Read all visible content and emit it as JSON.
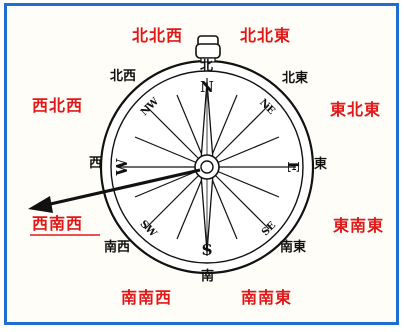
{
  "compass": {
    "cardinals": {
      "n": "N",
      "e": "E",
      "s": "S",
      "w": "W"
    },
    "intercardinals": {
      "ne": "NE",
      "se": "SE",
      "sw": "SW",
      "nw": "NW"
    }
  },
  "inner_labels": {
    "kita": "北",
    "higashi": "東",
    "minami": "南",
    "nishi": "西",
    "hokutou": "北東",
    "nantou": "南東",
    "nansei": "南西",
    "hokusei": "北西"
  },
  "outer_labels": {
    "hokuhokusei": "北北西",
    "hokuhokutou": "北北東",
    "touhokutou": "東北東",
    "tounantou": "東南東",
    "nannantou": "南南東",
    "nannansei": "南南西",
    "seinansei": "西南西",
    "seihokusei": "西北西"
  },
  "colors": {
    "frame": "#1e6fd0",
    "outer_label": "#e01818",
    "ink": "#111111"
  }
}
